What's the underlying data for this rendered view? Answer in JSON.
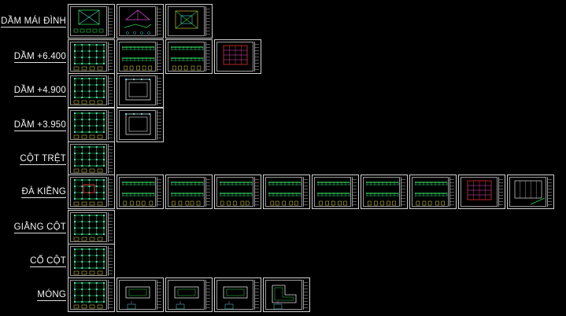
{
  "rows": [
    {
      "label": "DẦM MÁI ĐÌNH",
      "sheets": [
        {
          "kind": "roof-plan"
        },
        {
          "kind": "truss"
        },
        {
          "kind": "roof-frame"
        }
      ]
    },
    {
      "label": "DẦM +6.400",
      "sheets": [
        {
          "kind": "floor-plan"
        },
        {
          "kind": "beam-detail"
        },
        {
          "kind": "beam-detail"
        },
        {
          "kind": "red-plan"
        }
      ]
    },
    {
      "label": "DẦM +4.900",
      "sheets": [
        {
          "kind": "floor-plan"
        },
        {
          "kind": "frame-plan"
        }
      ]
    },
    {
      "label": "DẦM +3.950",
      "sheets": [
        {
          "kind": "floor-plan"
        },
        {
          "kind": "frame-plan"
        }
      ]
    },
    {
      "label": "CỘT TRỆT",
      "sheets": [
        {
          "kind": "column-plan"
        }
      ]
    },
    {
      "label": "ĐÀ KIỀNG",
      "sheets": [
        {
          "kind": "floor-plan-red"
        },
        {
          "kind": "beam-detail"
        },
        {
          "kind": "beam-detail"
        },
        {
          "kind": "beam-detail"
        },
        {
          "kind": "beam-detail"
        },
        {
          "kind": "beam-detail"
        },
        {
          "kind": "beam-detail"
        },
        {
          "kind": "beam-detail"
        },
        {
          "kind": "red-plan"
        },
        {
          "kind": "section"
        }
      ]
    },
    {
      "label": "GIẰNG CỘT",
      "sheets": [
        {
          "kind": "column-plan"
        }
      ]
    },
    {
      "label": "CỔ CỘT",
      "sheets": [
        {
          "kind": "column-plan"
        }
      ]
    },
    {
      "label": "MÓNG",
      "sheets": [
        {
          "kind": "foundation-plan"
        },
        {
          "kind": "footing"
        },
        {
          "kind": "footing"
        },
        {
          "kind": "footing"
        },
        {
          "kind": "footing-l"
        }
      ]
    }
  ],
  "colors": {
    "background": "#000000",
    "frame": "#cfcfcf",
    "label": "#f2f2f2",
    "green": "#2fd14a",
    "cyan": "#4fd6d6",
    "red": "#e03030",
    "magenta": "#d94fd9",
    "yellow": "#e8e04a"
  }
}
